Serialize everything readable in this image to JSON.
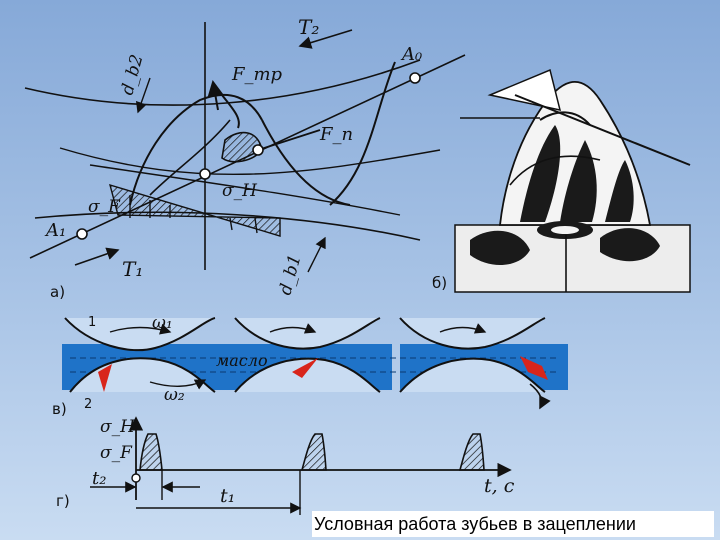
{
  "caption": "Условная работа зубьев в зацеплении",
  "panels": {
    "a": {
      "label": "а)",
      "T2": "T₂",
      "db2": "d_b2",
      "Ftr": "F_тр",
      "A0": "A₀",
      "Fn": "F_n",
      "sigmaH": "σ_H",
      "sigmaF": "σ_F",
      "A1": "A₁",
      "T1": "T₁",
      "db1": "d_b1"
    },
    "b": {
      "label": "б)"
    },
    "v": {
      "label": "в)",
      "gear1": "1",
      "gear2": "2",
      "omega1": "ω₁",
      "omega2": "ω₂",
      "oil": "масло"
    },
    "g": {
      "label": "г)",
      "sigmaH": "σ_H",
      "sigmaF": "σ_F",
      "t2": "t₂",
      "t1": "t₁",
      "t_axis": "t, c"
    }
  },
  "colors": {
    "water": "#1f73c8",
    "crack": "#d8251b",
    "ink": "#111111"
  }
}
